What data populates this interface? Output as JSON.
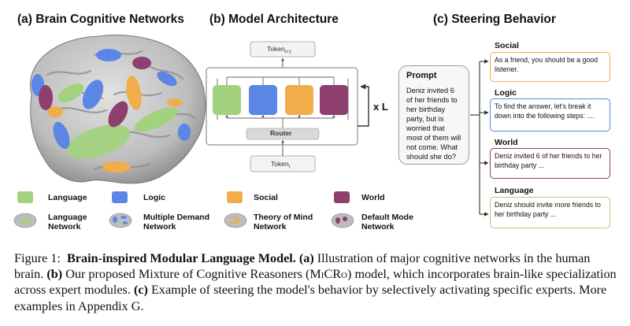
{
  "panels": {
    "a": "(a) Brain Cognitive Networks",
    "b": "(b) Model Architecture",
    "c": "(c) Steering Behavior"
  },
  "colors": {
    "language": "#a3d27e",
    "logic": "#5b86e5",
    "social": "#f0ad4a",
    "world": "#8e3f6d"
  },
  "legend": {
    "experts": [
      {
        "label": "Language",
        "color": "#a3d27e"
      },
      {
        "label": "Logic",
        "color": "#5b86e5"
      },
      {
        "label": "Social",
        "color": "#f0ad4a"
      },
      {
        "label": "World",
        "color": "#8e3f6d"
      }
    ],
    "networks": [
      {
        "line1": "Language",
        "line2": "Network"
      },
      {
        "line1": "Multiple Demand",
        "line2": "Network"
      },
      {
        "line1": "Theory of Mind",
        "line2": "Network"
      },
      {
        "line1": "Default Mode",
        "line2": "Network"
      }
    ]
  },
  "architecture": {
    "token_out": "Token",
    "token_out_sub": "t+1",
    "token_in": "Token",
    "token_in_sub": "t",
    "router": "Router",
    "repeat": "x L"
  },
  "prompt": {
    "title": "Prompt",
    "text": "Deniz invited 6 of her friends to her birthday party, but is worried that most of them will not come. What should she do?"
  },
  "outputs": [
    {
      "title": "Social",
      "text": "As a friend, you should be a good listener.",
      "color": "#f0ad4a"
    },
    {
      "title": "Logic",
      "text": "To find the answer, let's break it down into the following steps: ....",
      "color": "#5b86e5"
    },
    {
      "title": "World",
      "text": "Deniz invited 6 of her friends to her birthday party ...",
      "color": "#8e3f6d"
    },
    {
      "title": "Language",
      "text": "Deniz should invite more friends to her birthday party ...",
      "color": "#a3d27e"
    }
  ],
  "caption": {
    "label": "Figure 1:",
    "title": "Brain-inspired Modular Language Model.",
    "a_tag": "(a)",
    "a_text": "Illustration of major cognitive networks in the human brain.",
    "b_tag": "(b)",
    "b_text_1": "Our proposed Mixture of Cognitive Reasoners (",
    "b_model": "MiCRo",
    "b_text_2": ") model, which incorporates brain-like specialization across expert modules.",
    "c_tag": "(c)",
    "c_text": "Example of steering the model's behavior by selectively activating specific experts. More examples in Appendix G."
  }
}
